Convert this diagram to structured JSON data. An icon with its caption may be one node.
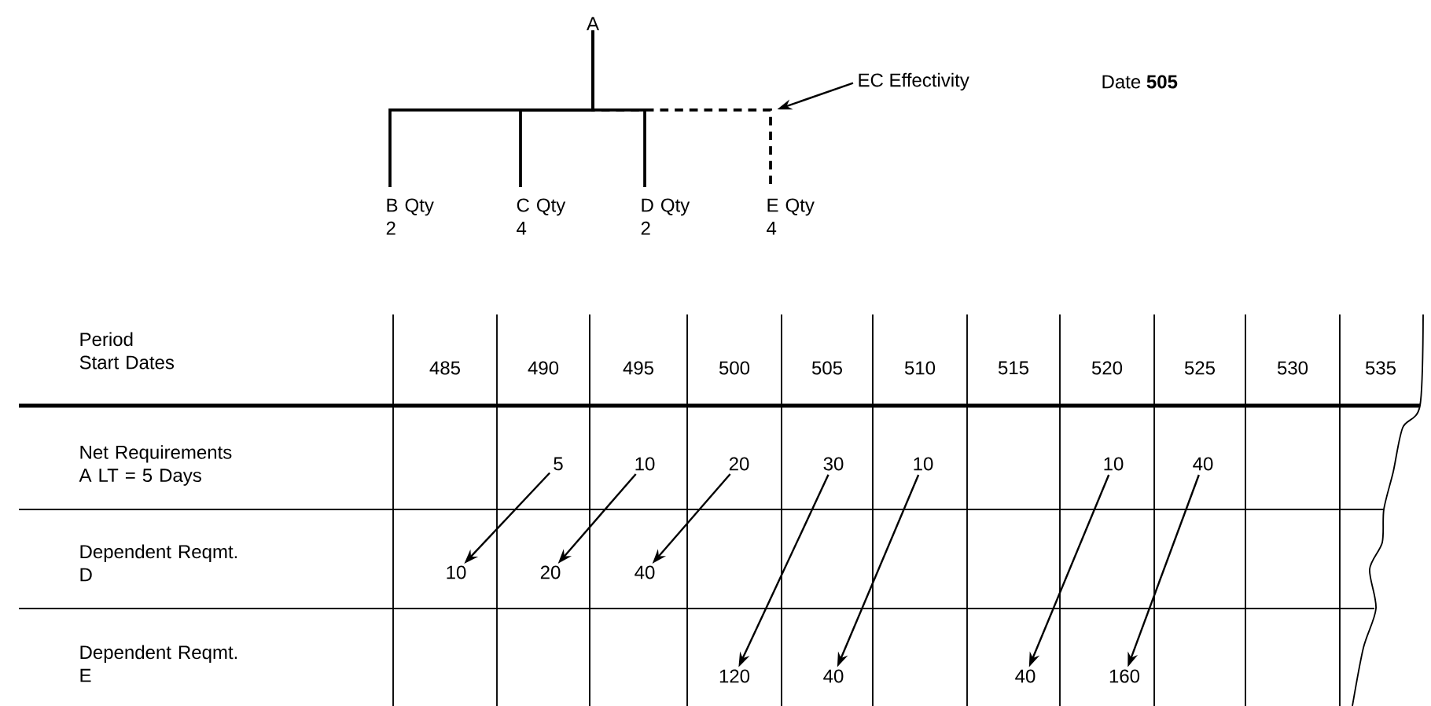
{
  "diagram": {
    "nodes": [
      {
        "text": [
          "A"
        ]
      },
      {
        "text": [
          "B Qty 2"
        ]
      },
      {
        "text": [
          "C Qty 4"
        ]
      },
      {
        "text": [
          "D Qty 2"
        ]
      },
      {
        "text": [
          "E Qty 4"
        ]
      },
      {
        "text": [
          "EC Effectivity"
        ]
      },
      {
        "text": [
          "5"
        ]
      },
      {
        "text": [
          "10"
        ]
      },
      {
        "text": [
          "20"
        ]
      },
      {
        "text": [
          "30"
        ]
      },
      {
        "text": [
          "10"
        ]
      },
      {
        "text": [
          "10"
        ]
      },
      {
        "text": [
          "40"
        ]
      },
      {
        "text": [
          "10"
        ]
      },
      {
        "text": [
          "20"
        ]
      },
      {
        "text": [
          "40"
        ]
      },
      {
        "text": [
          "120"
        ]
      },
      {
        "text": [
          "40"
        ]
      },
      {
        "text": [
          "40"
        ]
      },
      {
        "text": [
          "160"
        ]
      }
    ],
    "edges": [
      {
        "from": 0,
        "to": 4,
        "arrow": "none",
        "style": "dashed"
      },
      {
        "from": 0,
        "to": 1,
        "arrow": "none"
      },
      {
        "from": 0,
        "to": 2,
        "arrow": "none"
      },
      {
        "from": 0,
        "to": 3,
        "arrow": "none"
      },
      {
        "from": 5,
        "to": null,
        "arrow": "to"
      },
      {
        "from": 6,
        "to": 13,
        "arrow": "to"
      },
      {
        "from": 7,
        "to": 14,
        "arrow": "to"
      },
      {
        "from": 8,
        "to": 15,
        "arrow": "to"
      },
      {
        "from": 9,
        "to": 16,
        "arrow": "to"
      },
      {
        "from": 10,
        "to": 17,
        "arrow": "to"
      },
      {
        "from": 11,
        "to": 18,
        "arrow": "to"
      },
      {
        "from": 12,
        "to": 19,
        "arrow": "to"
      }
    ],
    "labels": [
      "Period Start Dates",
      "485",
      "490",
      "495",
      "500",
      "505",
      "510",
      "515",
      "520",
      "525",
      "530",
      "535",
      "Net Requirements A LT = 5 Days",
      "Dependent Reqmt. D",
      "Dependent Reqmt. E",
      "Date **505**"
    ]
  }
}
